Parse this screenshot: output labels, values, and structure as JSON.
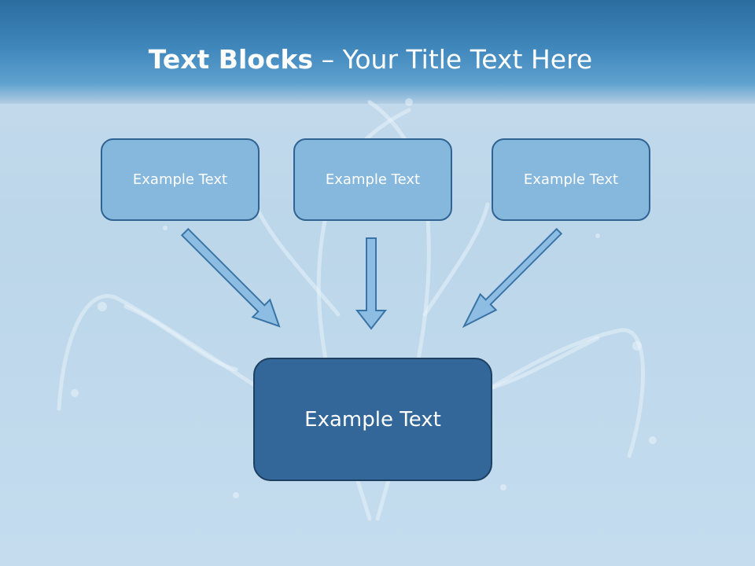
{
  "title": {
    "bold": "Text Blocks",
    "separator": " – ",
    "rest": "Your Title Text Here"
  },
  "blocks": [
    {
      "label": "Example Text"
    },
    {
      "label": "Example Text"
    },
    {
      "label": "Example Text"
    }
  ],
  "main_block": {
    "label": "Example Text"
  },
  "colors": {
    "header_top": "#2b6d9f",
    "small_box_fill": "#86b7dd",
    "small_box_border": "#2f6391",
    "main_box_fill": "#336699",
    "arrow_fill": "#8dbde2",
    "arrow_stroke": "#3a74a6"
  }
}
